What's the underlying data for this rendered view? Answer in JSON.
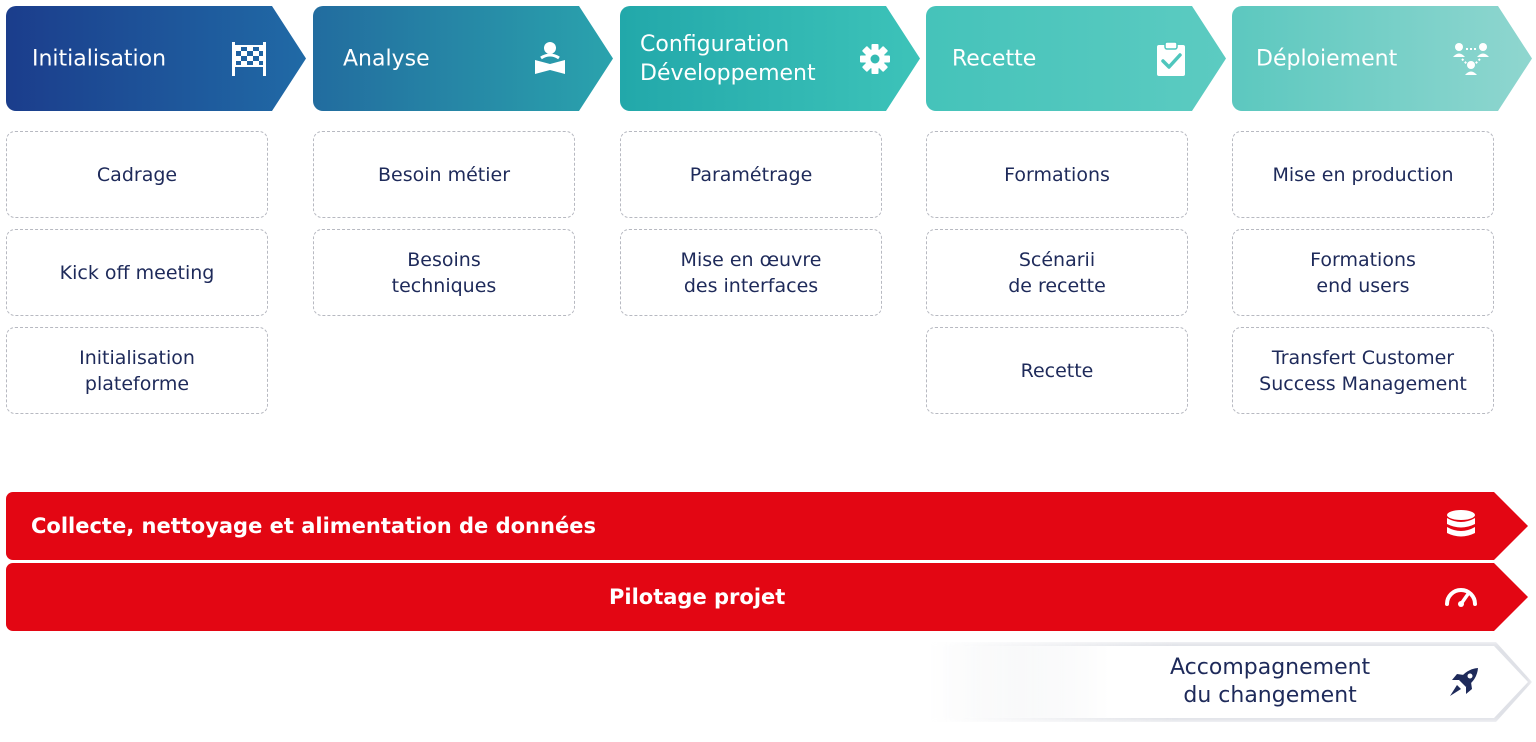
{
  "phases": [
    {
      "title": "Initialisation",
      "icon": "checkered-flag-icon",
      "color_start": "#1b3d8c",
      "color_end": "#206aa6"
    },
    {
      "title": "Analyse",
      "icon": "reading-person-icon",
      "color_start": "#226c9f",
      "color_end": "#2aa3ad"
    },
    {
      "title": "Configuration\nDéveloppement",
      "icon": "gear-icon",
      "color_start": "#22a8aa",
      "color_end": "#3dc3b9"
    },
    {
      "title": "Recette",
      "icon": "clipboard-check-icon",
      "color_start": "#45c3ba",
      "color_end": "#5ccbc1"
    },
    {
      "title": "Déploiement",
      "icon": "network-users-icon",
      "color_start": "#5cc8bf",
      "color_end": "#8fd6cf"
    }
  ],
  "tasks": [
    [
      "Cadrage",
      "Kick off meeting",
      "Initialisation\nplateforme"
    ],
    [
      "Besoin métier",
      "Besoins\ntechniques"
    ],
    [
      "Paramétrage",
      "Mise en œuvre\ndes interfaces"
    ],
    [
      "Formations",
      "Scénarii\nde recette",
      "Recette"
    ],
    [
      "Mise en production",
      "Formations\nend users",
      "Transfert Customer\nSuccess Management"
    ]
  ],
  "bands": [
    {
      "label": "Collecte, nettoyage et alimentation de données",
      "icon": "database-icon",
      "color": "#e30613"
    },
    {
      "label": "Pilotage projet",
      "icon": "speedometer-icon",
      "color": "#e30613"
    }
  ],
  "change": {
    "label": "Accompagnement\ndu changement",
    "icon": "rocket-icon"
  }
}
